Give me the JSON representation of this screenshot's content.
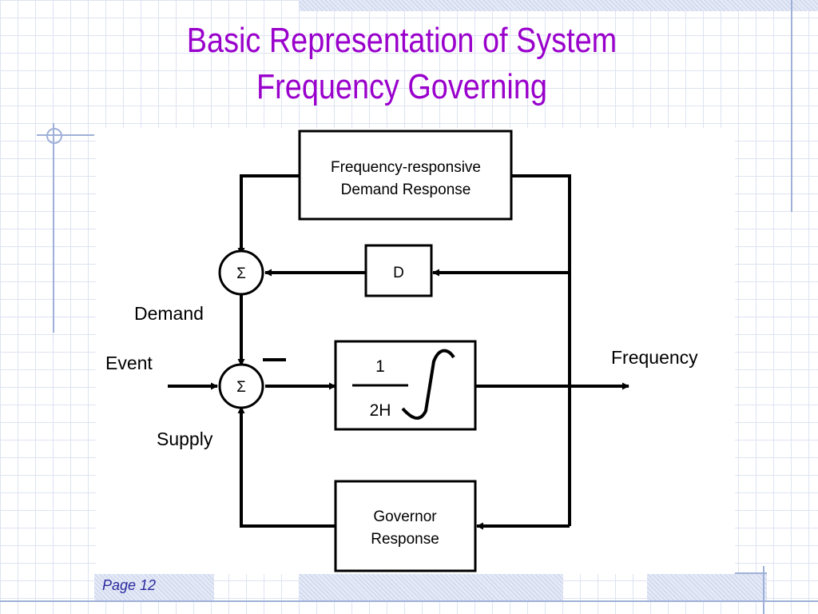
{
  "slide": {
    "title_line1": "Basic Representation of System",
    "title_line2": "Frequency Governing",
    "page_label": "Page 12"
  },
  "diagram": {
    "blocks": {
      "demand_response_line1": "Frequency-responsive",
      "demand_response_line2": "Demand Response",
      "damping": "D",
      "inertia_numerator": "1",
      "inertia_denominator": "2H",
      "governor_line1": "Governor",
      "governor_line2": "Response"
    },
    "summing_junction_symbol": "Σ",
    "labels": {
      "demand": "Demand",
      "event": "Event",
      "supply": "Supply",
      "frequency": "Frequency",
      "minus_sign": "–"
    }
  },
  "colors": {
    "title": "#9900cc",
    "page_number": "#2a2aa0",
    "diagram_line": "#000000",
    "grid": "#dde3f2"
  }
}
